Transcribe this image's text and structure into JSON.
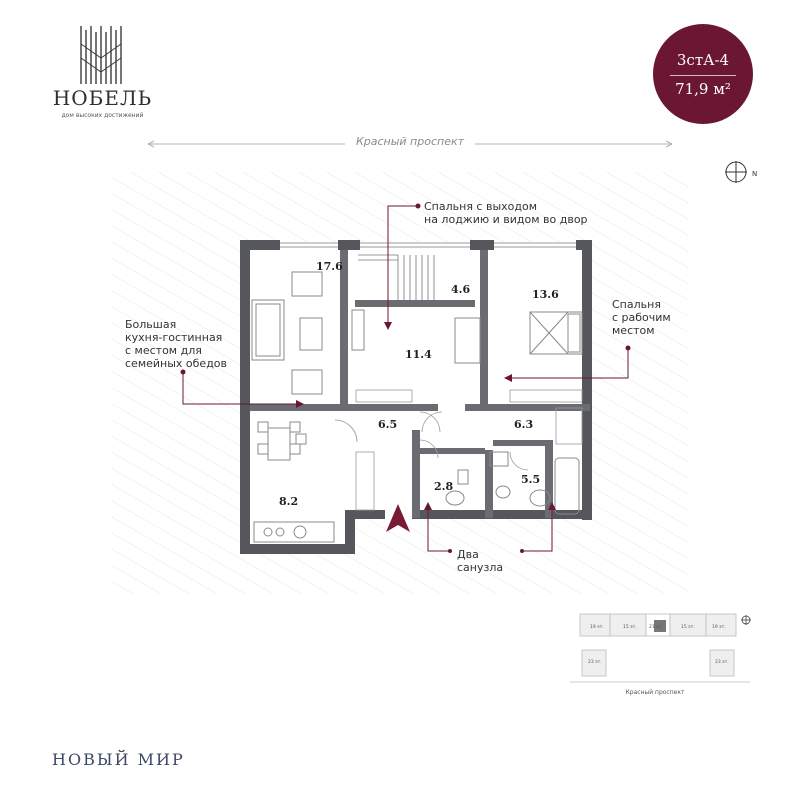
{
  "brand": {
    "name": "НОБЕЛЬ",
    "tagline": "дом высоких достижений"
  },
  "badge": {
    "code": "3стА-4",
    "area": "71,9 м²"
  },
  "street": {
    "top": "Красный проспект",
    "mini": "Красный проспект"
  },
  "compass": {
    "letter": "N"
  },
  "rooms": [
    {
      "id": "kitchen-living",
      "area": "17.6"
    },
    {
      "id": "loggia",
      "area": "4.6"
    },
    {
      "id": "bedroom-1",
      "area": "11.4"
    },
    {
      "id": "bedroom-2",
      "area": "13.6"
    },
    {
      "id": "hall",
      "area": "6.5"
    },
    {
      "id": "corridor",
      "area": "6.3"
    },
    {
      "id": "kitchen-zone",
      "area": "8.2"
    },
    {
      "id": "bath-1",
      "area": "2.8"
    },
    {
      "id": "bath-2",
      "area": "5.5"
    }
  ],
  "notes": {
    "bedroom_loggia": [
      "Спальня с выходом",
      "на лоджию и видом во двор"
    ],
    "bedroom_work": [
      "Спальня",
      "с рабочим",
      "местом"
    ],
    "living": [
      "Большая",
      "кухня-гостинная",
      "с местом для",
      "семейных обедов"
    ],
    "bathrooms": [
      "Два",
      "санузла"
    ]
  },
  "mini_map": {
    "labels": [
      "19 эт.",
      "15 эт.",
      "21 эт.",
      "15 эт.",
      "19 эт.",
      "23 эт.",
      "23 эт."
    ]
  },
  "footer": {
    "title": "НОВЫЙ МИР"
  }
}
